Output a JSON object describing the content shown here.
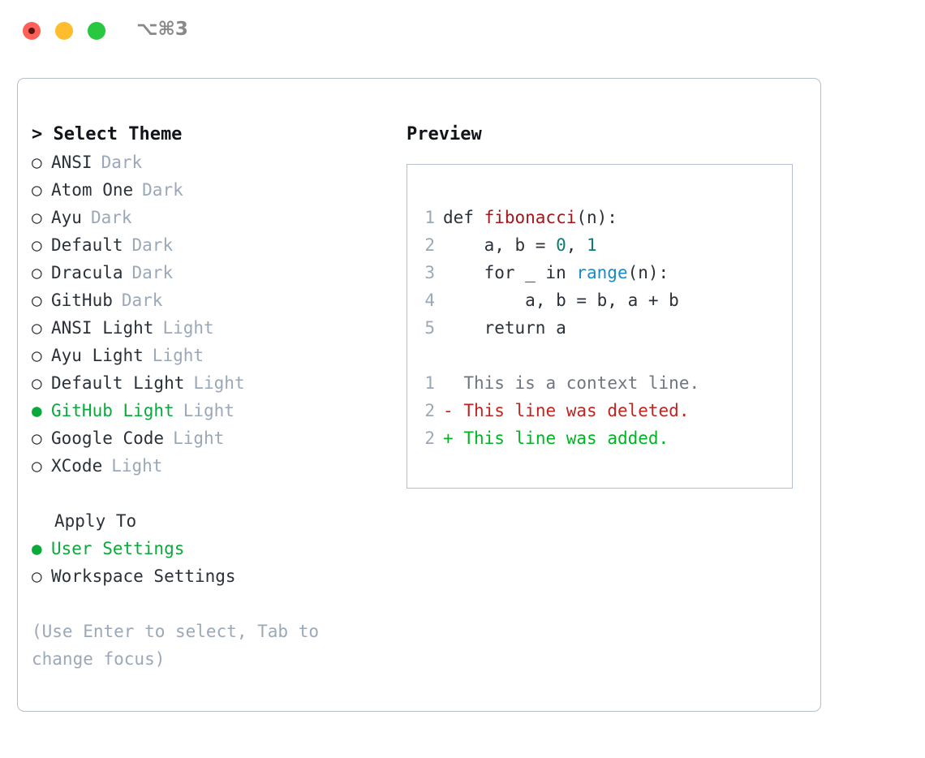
{
  "titlebar": {
    "shortcut": "⌥⌘3",
    "lights": [
      {
        "name": "close",
        "color": "#ff6058"
      },
      {
        "name": "minimize",
        "color": "#ffbd2e"
      },
      {
        "name": "maximize",
        "color": "#28c840"
      }
    ]
  },
  "colors": {
    "selected_green": "#0ba83c",
    "muted": "#9ba8b8",
    "text": "#2b3138",
    "border": "#b6c0cc",
    "diff_add": "#00b522",
    "diff_del": "#c0241f",
    "diff_ctx": "#6f7680",
    "fn": "#a3171b",
    "num": "#0f7b74",
    "builtin": "#1a8ac4"
  },
  "theme_panel": {
    "header": "> Select Theme",
    "bullet_on": "●",
    "bullet_off": "○",
    "items": [
      {
        "name": "ANSI",
        "tag": "Dark",
        "selected": false
      },
      {
        "name": "Atom One",
        "tag": "Dark",
        "selected": false
      },
      {
        "name": "Ayu",
        "tag": "Dark",
        "selected": false
      },
      {
        "name": "Default",
        "tag": "Dark",
        "selected": false
      },
      {
        "name": "Dracula",
        "tag": "Dark",
        "selected": false
      },
      {
        "name": "GitHub",
        "tag": "Dark",
        "selected": false
      },
      {
        "name": "ANSI Light",
        "tag": "Light",
        "selected": false
      },
      {
        "name": "Ayu Light",
        "tag": "Light",
        "selected": false
      },
      {
        "name": "Default Light",
        "tag": "Light",
        "selected": false
      },
      {
        "name": "GitHub Light",
        "tag": "Light",
        "selected": true
      },
      {
        "name": "Google Code",
        "tag": "Light",
        "selected": false
      },
      {
        "name": "XCode",
        "tag": "Light",
        "selected": false
      }
    ]
  },
  "apply_to": {
    "header": "Apply To",
    "options": [
      {
        "name": "User Settings",
        "selected": true
      },
      {
        "name": "Workspace Settings",
        "selected": false
      }
    ]
  },
  "hint": "(Use Enter to select, Tab to change focus)",
  "preview": {
    "header": "Preview",
    "code_lines": [
      {
        "ln": "1",
        "segments": [
          {
            "text": "def ",
            "kind": "plain"
          },
          {
            "text": "fibonacci",
            "kind": "fn"
          },
          {
            "text": "(n):",
            "kind": "plain"
          }
        ]
      },
      {
        "ln": "2",
        "segments": [
          {
            "text": "    a, b = ",
            "kind": "plain"
          },
          {
            "text": "0",
            "kind": "num"
          },
          {
            "text": ", ",
            "kind": "plain"
          },
          {
            "text": "1",
            "kind": "num"
          }
        ]
      },
      {
        "ln": "3",
        "segments": [
          {
            "text": "    for _ in ",
            "kind": "plain"
          },
          {
            "text": "range",
            "kind": "builtin"
          },
          {
            "text": "(n):",
            "kind": "plain"
          }
        ]
      },
      {
        "ln": "4",
        "segments": [
          {
            "text": "        a, b = b, a + b",
            "kind": "plain"
          }
        ]
      },
      {
        "ln": "5",
        "segments": [
          {
            "text": "    return a",
            "kind": "plain"
          }
        ]
      }
    ],
    "diff_lines": [
      {
        "ln": "1",
        "marker": " ",
        "text": "This is a context line.",
        "kind": "ctx"
      },
      {
        "ln": "2",
        "marker": "-",
        "text": "This line was deleted.",
        "kind": "del"
      },
      {
        "ln": "2",
        "marker": "+",
        "text": "This line was added.",
        "kind": "add"
      }
    ]
  }
}
